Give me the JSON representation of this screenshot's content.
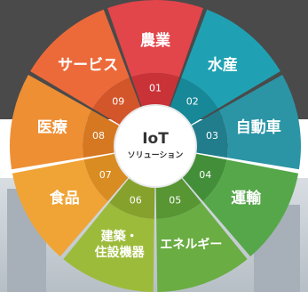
{
  "center": {
    "title": "IoT",
    "subtitle": "ソリューション"
  },
  "segments": [
    {
      "number": "01",
      "label": "農業",
      "color": "#e2454a",
      "inner": "#c93338"
    },
    {
      "number": "02",
      "label": "水産",
      "color": "#1fa1b3",
      "inner": "#168897"
    },
    {
      "number": "03",
      "label": "自動車",
      "color": "#2b95a6",
      "inner": "#217d8c"
    },
    {
      "number": "04",
      "label": "運輸",
      "color": "#56a74a",
      "inner": "#438f39"
    },
    {
      "number": "05",
      "label": "エネルギー",
      "color": "#6aad43",
      "inner": "#589533"
    },
    {
      "number": "06",
      "label": "建築・\n住設機器",
      "color": "#9dbb3a",
      "inner": "#86a22c"
    },
    {
      "number": "07",
      "label": "食品",
      "color": "#f0a436",
      "inner": "#d98c22"
    },
    {
      "number": "08",
      "label": "医療",
      "color": "#ee8f34",
      "inner": "#d67821"
    },
    {
      "number": "09",
      "label": "サービス",
      "color": "#ec6a3a",
      "inner": "#d3552a"
    }
  ]
}
